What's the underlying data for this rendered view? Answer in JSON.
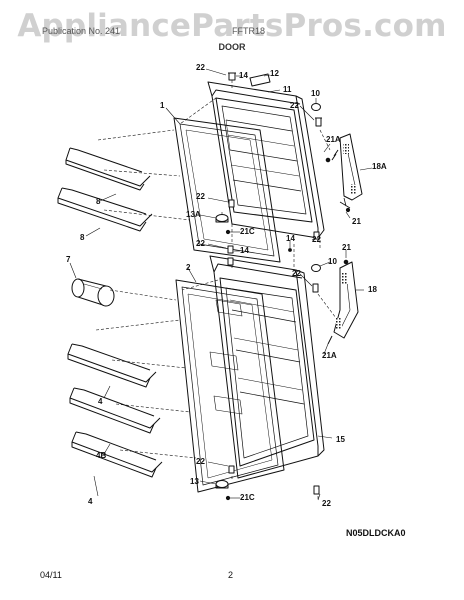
{
  "header": {
    "watermark": "AppliancePartsPros.com",
    "subtitle": "Publication No. 241",
    "model_fragment": "FFTR18",
    "section_title": "DOOR"
  },
  "drawing_code": "N05DLDCKA0",
  "footer": {
    "date": "04/11",
    "page": "2"
  },
  "callouts": [
    {
      "id": "22-t1",
      "text": "22"
    },
    {
      "id": "14-t",
      "text": "14"
    },
    {
      "id": "12",
      "text": "12"
    },
    {
      "id": "11",
      "text": "11"
    },
    {
      "id": "1",
      "text": "1"
    },
    {
      "id": "10-t",
      "text": "10"
    },
    {
      "id": "22-t2",
      "text": "22"
    },
    {
      "id": "21A-t",
      "text": "21A"
    },
    {
      "id": "18A",
      "text": "18A"
    },
    {
      "id": "21-t",
      "text": "21"
    },
    {
      "id": "8-a",
      "text": "8"
    },
    {
      "id": "8-b",
      "text": "8"
    },
    {
      "id": "22-t3",
      "text": "22"
    },
    {
      "id": "13A",
      "text": "13A"
    },
    {
      "id": "21C-t",
      "text": "21C"
    },
    {
      "id": "22-t4",
      "text": "22"
    },
    {
      "id": "22-m1",
      "text": "22"
    },
    {
      "id": "14-m1",
      "text": "14"
    },
    {
      "id": "14-m2",
      "text": "14"
    },
    {
      "id": "21-m",
      "text": "21"
    },
    {
      "id": "10-m",
      "text": "10"
    },
    {
      "id": "22-m2",
      "text": "22"
    },
    {
      "id": "2",
      "text": "2"
    },
    {
      "id": "7",
      "text": "7"
    },
    {
      "id": "18",
      "text": "18"
    },
    {
      "id": "21A-m",
      "text": "21A"
    },
    {
      "id": "4-a",
      "text": "4"
    },
    {
      "id": "15",
      "text": "15"
    },
    {
      "id": "4B",
      "text": "4B"
    },
    {
      "id": "22-b1",
      "text": "22"
    },
    {
      "id": "13",
      "text": "13"
    },
    {
      "id": "21C-b",
      "text": "21C"
    },
    {
      "id": "4-b",
      "text": "4"
    },
    {
      "id": "22-b2",
      "text": "22"
    }
  ]
}
